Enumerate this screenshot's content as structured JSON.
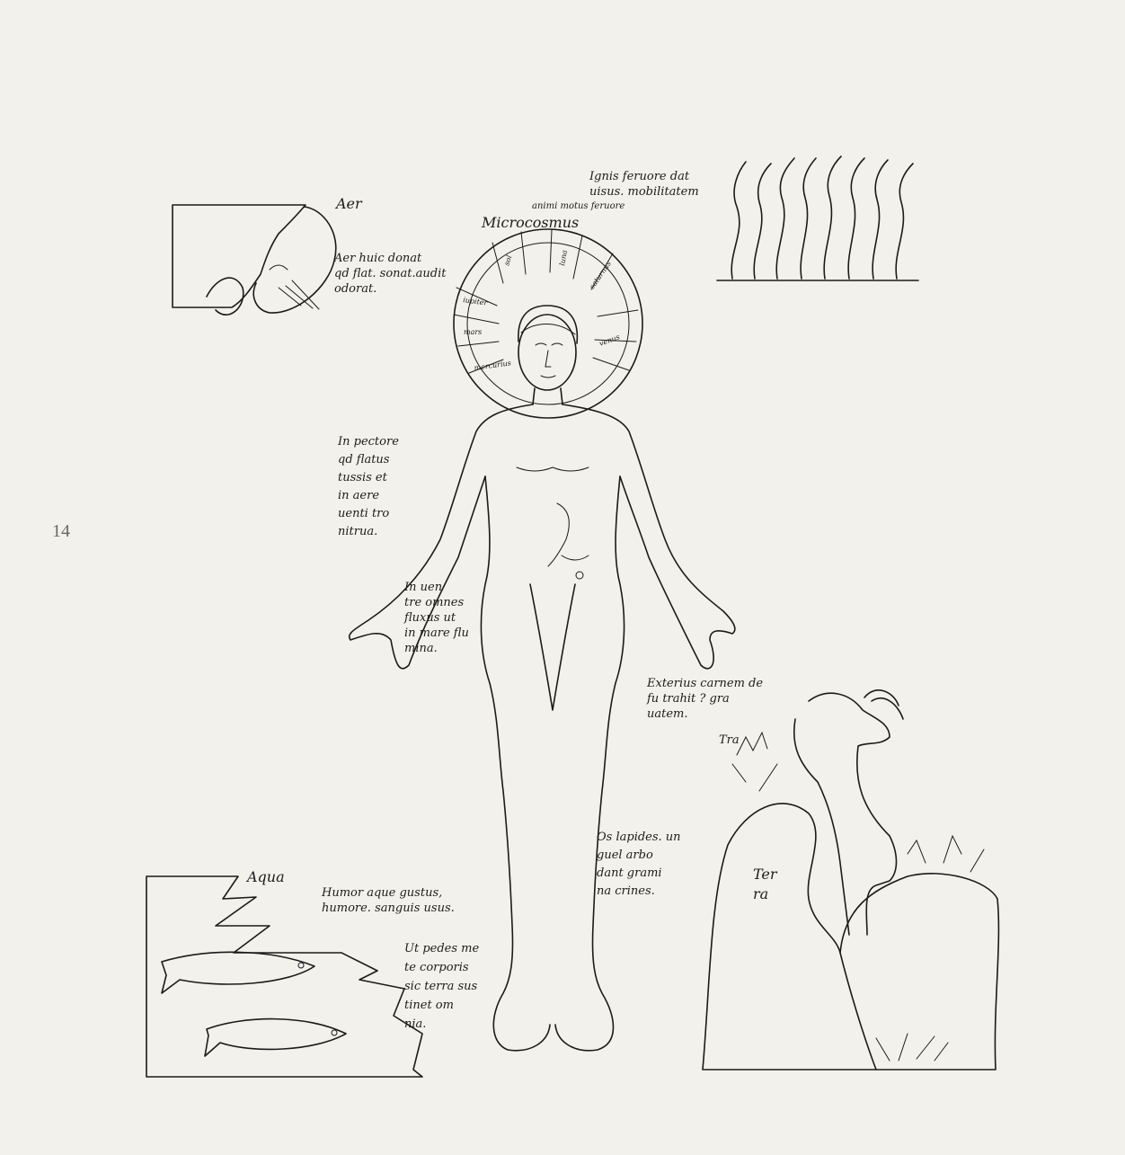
{
  "page_number": "14",
  "title": "Microcosmus",
  "halo_rays": [
    "sol",
    "luna",
    "saturnus",
    "iupiter",
    "mars",
    "venus",
    "mercurius"
  ],
  "labels": {
    "aer_head": "Aer",
    "aer_text": "Aer huic donat\nqd flat. sonat.audit\nodorat.",
    "ignis_text": "Ignis feruore dat\nuisus. mobilitatem",
    "ignis_sub": "animi motus feruore",
    "chest_text": "In pectore\nqd flatus\ntussis et\nin aere\nuenti tro\nnitrua.",
    "belly_text": "In uen\ntre omnes\nfluxus ut\nin mare flu\nmina.",
    "terra_text": "Exterius carnem de\nfu trahit ? gra\nuatem.",
    "terra_small": "Tra",
    "terra_big": "Ter\nra",
    "ossa_text": "Os lapides. un\nguel arbo\ndant grami\nna crines.",
    "aqua_head": "Aqua",
    "aqua_text": "Humor aque gustus,\nhumore. sanguis usus.",
    "pedes_text": "Ut pedes me\nte corporis\nsic terra sus\ntinet om\nnia."
  }
}
